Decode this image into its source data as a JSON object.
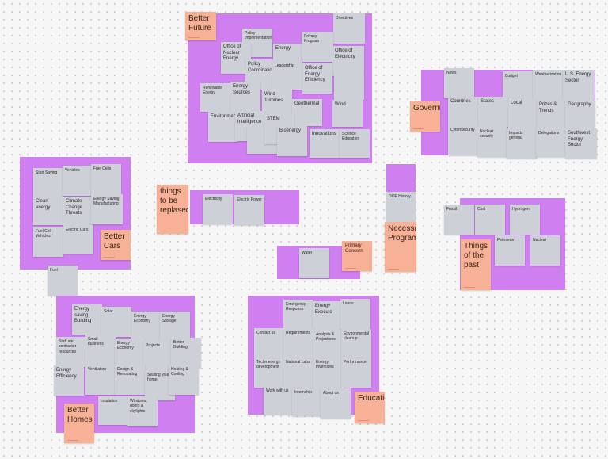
{
  "board": {
    "better_future": {
      "title": "Better Future",
      "notes": [
        "Policy Implementation",
        "Directives",
        "Office of Nuclear Energy",
        "Energy",
        "Privacy Program",
        "Policy Coordination",
        "Leadership",
        "Office of Electricity",
        "Office of Energy Efficiency",
        "Renewable Energy",
        "Energy Sources",
        "Wind Turbines",
        "Geothermal",
        "Wind",
        "Environment",
        "Artificial Intelligence",
        "STEM",
        "Bioenergy",
        "Innovations",
        "Science Education"
      ]
    },
    "government": {
      "title": "Government",
      "notes": [
        "News",
        "Budget",
        "Weatherization",
        "U.S. Energy Sector",
        "Countries",
        "States",
        "Local",
        "Prizes & Trends",
        "Geography",
        "Cybersecurity",
        "Nuclear security",
        "Impacts general",
        "Delegations",
        "Southwest Energy Sector"
      ]
    },
    "better_cars": {
      "title": "Better Cars",
      "notes": [
        "Start Saving",
        "Vehicles",
        "Fuel Cells",
        "Clean energy",
        "Climate Change Threats",
        "Energy Saving Manufacturing",
        "Fuel Cell Vehicles",
        "Electric Cars",
        "Fuel"
      ]
    },
    "things_replaced": {
      "title": "things to be replased",
      "notes": [
        "Electricity",
        "Electric Power"
      ]
    },
    "necessary_programs": {
      "title": "Necessary Programs",
      "notes": [
        "DOE History"
      ]
    },
    "things_past": {
      "title": "Things of the past",
      "notes": [
        "Fossil",
        "Coal",
        "Hydrogen",
        "Petroleum",
        "Nuclear"
      ]
    },
    "primary_concern": {
      "title": "Primary Concern",
      "notes": [
        "Water"
      ]
    },
    "better_homes": {
      "title": "Better Homes",
      "notes": [
        "Energy saving Building",
        "Solar",
        "Energy Economy",
        "Energy Storage",
        "Staff and contractor resources",
        "Small business",
        "Energy Economy",
        "Projects",
        "Better Building",
        "Energy Efficiency",
        "Ventilation",
        "Design & Renovating",
        "Sealing your home",
        "Heating & Cooling",
        "Insulation",
        "Windows, doors & skylights"
      ]
    },
    "education": {
      "title": "Education",
      "notes": [
        "Emergency Response",
        "Energy Execute",
        "Loans",
        "Contact us",
        "Requirements",
        "Analysis & Projections",
        "Environmental cleanup",
        "Techn energy development",
        "National Labs",
        "Energy Inventions",
        "Performance",
        "Work with us",
        "Internship",
        "About us"
      ]
    }
  }
}
